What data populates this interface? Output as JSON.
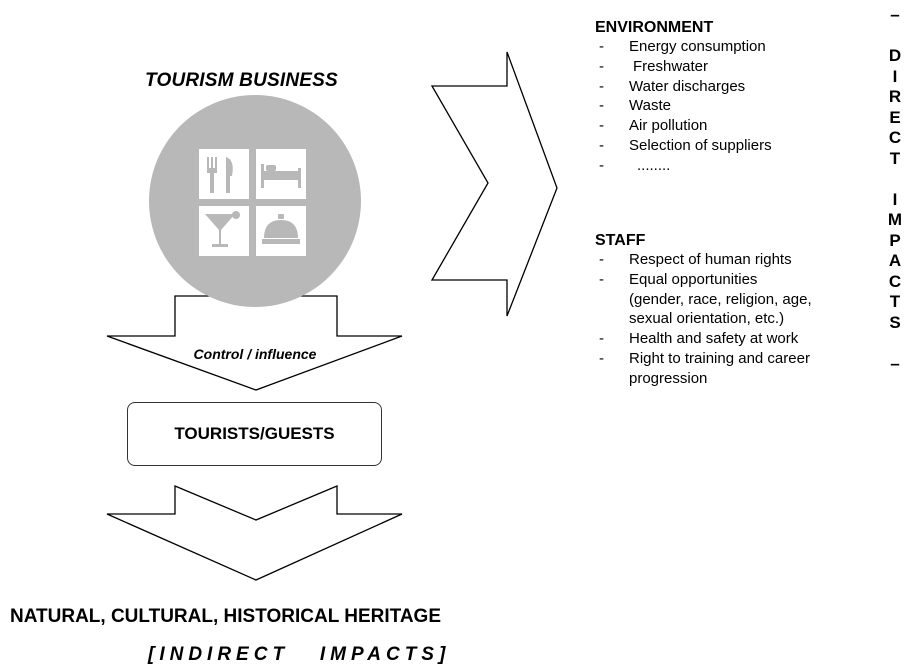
{
  "title": "TOURISM BUSINESS",
  "icons": [
    "cutlery-icon",
    "bed-icon",
    "cocktail-icon",
    "service-bell-icon"
  ],
  "arrow_label": "Control / influence",
  "guests_label": "TOURISTS/GUESTS",
  "environment": {
    "title": "ENVIRONMENT",
    "items": [
      "Energy consumption",
      "Freshwater",
      "Water discharges",
      "Waste",
      "Air pollution",
      "Selection of suppliers",
      "........"
    ]
  },
  "staff": {
    "title": "STAFF",
    "items": [
      [
        "Respect of human rights"
      ],
      [
        "Equal opportunities",
        "(gender, race,  religion, age,",
        "sexual orientation, etc.)"
      ],
      [
        "Health and safety at work"
      ],
      [
        "Right to training and career",
        "progression"
      ]
    ]
  },
  "direct_impacts": [
    "–",
    "",
    "D",
    "I",
    "R",
    "E",
    "C",
    "T",
    "",
    "I",
    "M",
    "P",
    "A",
    "C",
    "T",
    "S",
    "",
    "–"
  ],
  "heritage": "NATURAL, CULTURAL, HISTORICAL HERITAGE",
  "indirect_impacts": "[INDIRECT   IMPACTS]",
  "colors": {
    "circle": "#b8b8b8",
    "icon": "#ffffff",
    "stroke": "#000000"
  }
}
